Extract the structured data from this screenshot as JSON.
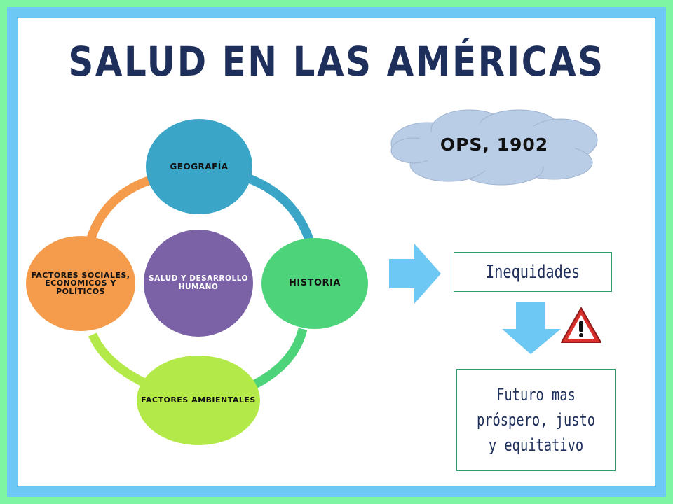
{
  "title": "SALUD EN LAS AMÉRICAS",
  "cloud": {
    "label": "OPS, 1902"
  },
  "cycle": {
    "center": "SALUD Y DESARROLLO HUMANO",
    "nodes": {
      "top": "GEOGRAFÍA",
      "right": "HISTORIA",
      "bottom": "FACTORES AMBIENTALES",
      "left": "FACTORES SOCIALES, ECONOMICOS Y POLÍTICOS"
    }
  },
  "boxes": {
    "inequities": "Inequidades",
    "future": "Futuro mas próspero, justo y equitativo"
  },
  "icons": {
    "right_arrow": "arrow-right-icon",
    "down_arrow": "arrow-down-icon",
    "warning": "warning-icon"
  },
  "colors": {
    "outer_border": "#7ef5a2",
    "inner_border": "#6ec8f4",
    "title": "#1f2f5c",
    "geografia": "#3aa5c7",
    "historia": "#4dd47a",
    "ambientales": "#b3ea4a",
    "sociales": "#f59b4c",
    "center": "#7b61a6",
    "cloud": "#b9cde6",
    "arrow": "#6ec8f4",
    "warning": "#d9302c"
  }
}
